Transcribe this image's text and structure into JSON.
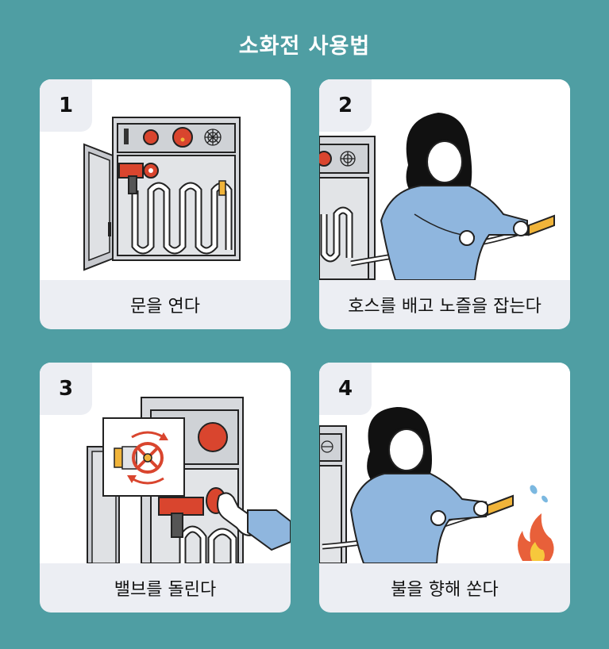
{
  "title": "소화전 사용법",
  "colors": {
    "background": "#4f9ea3",
    "card": "#eceef3",
    "accent_red": "#d9452e",
    "shirt_blue": "#8fb6de",
    "nozzle_yellow": "#f0b43a"
  },
  "steps": [
    {
      "number": "1",
      "caption": "문을 연다"
    },
    {
      "number": "2",
      "caption": "호스를 배고 노즐을 잡는다"
    },
    {
      "number": "3",
      "caption": "밸브를 돌린다"
    },
    {
      "number": "4",
      "caption": "불을 향해 쏜다"
    }
  ]
}
